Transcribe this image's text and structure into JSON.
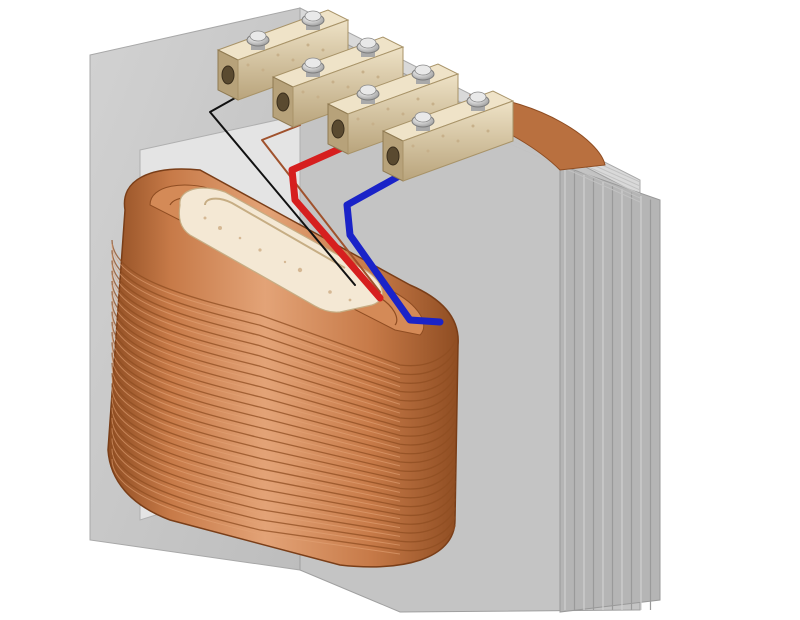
{
  "scene": {
    "subject": "transformer-illustration",
    "background_color": "#ffffff",
    "colors": {
      "core_face": "#c9c9c9",
      "core_side": "#b3b3b3",
      "core_top": "#d6d6d6",
      "core_edge": "#9a9a9a",
      "copper_light": "#e3a377",
      "copper_mid": "#c77a48",
      "copper_dark": "#8f4d22",
      "bobbin": "#f3e7d3",
      "terminal_light": "#e6d7b8",
      "terminal_dark": "#b7a27a",
      "screw": "#d8d8d8",
      "wire_red": "#d61f1f",
      "wire_blue": "#1a23c8",
      "wire_black": "#111111",
      "wire_copper": "#a0522d"
    },
    "icons": [
      "laminated-core",
      "copper-coil",
      "terminal-block",
      "screw-terminal",
      "lead-wire"
    ],
    "terminal_count": 4,
    "coil_turns": 22,
    "core_laminations": 10
  }
}
